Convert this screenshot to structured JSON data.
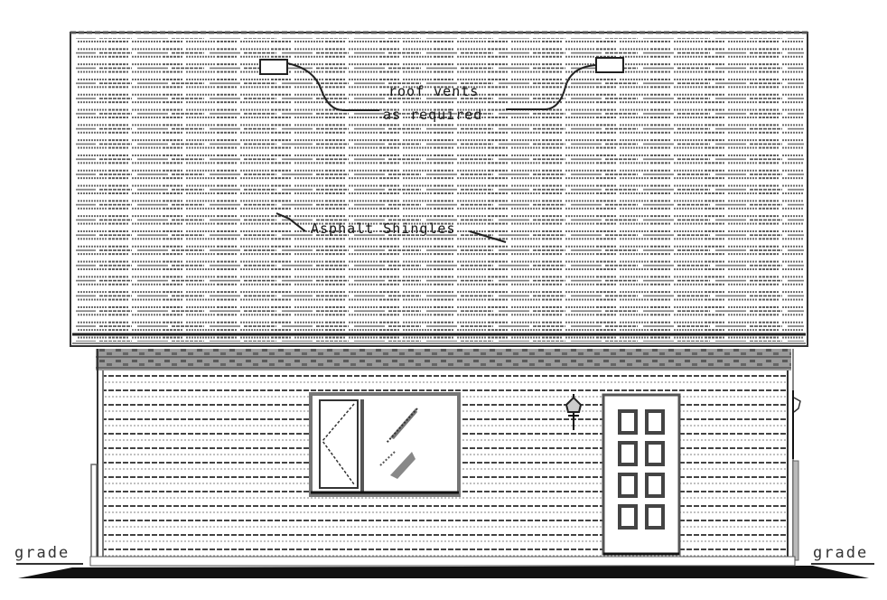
{
  "drawing": {
    "type": "architectural-rear-elevation",
    "colors": {
      "background": "#ffffff",
      "line": "#1a1a1a",
      "hatch": "#555555",
      "light_hatch": "#8a8a8a"
    },
    "roof": {
      "material_label": "Asphalt Shingles",
      "vents_label_line1": "roof vents",
      "vents_label_line2": "as required",
      "vent_count": 2
    },
    "wall": {
      "siding": "horizontal lap siding",
      "window": {
        "type": "sliding window",
        "panes": 2
      },
      "door": {
        "type": "panel door",
        "lites": 8,
        "rows": 4,
        "columns": 2
      },
      "light_fixture": "exterior wall lantern"
    },
    "grade_labels": {
      "left": "grade",
      "right": "grade"
    }
  }
}
